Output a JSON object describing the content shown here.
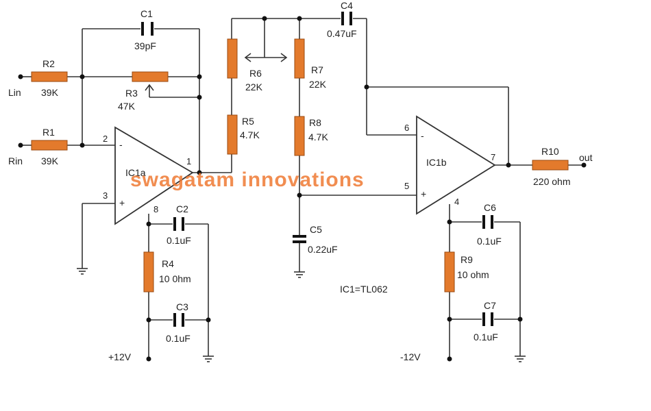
{
  "colors": {
    "wire": "#333333",
    "resistor": "#e37a2c",
    "resistor_stroke": "#9a4a10",
    "dot": "#111111",
    "watermark": "#ef7a33"
  },
  "watermark": "swagatam innovations",
  "inputs": {
    "left": "Lin",
    "right": "Rin"
  },
  "output": "out",
  "part_note": "IC1=TL062",
  "supplies": {
    "positive": "+12V",
    "negative": "-12V"
  },
  "ics": {
    "a": "IC1a",
    "b": "IC1b"
  },
  "pins": {
    "p1": "1",
    "p2": "2",
    "p3": "3",
    "p4": "4",
    "p5": "5",
    "p6": "6",
    "p7": "7",
    "p8": "8",
    "minus": "-",
    "plus": "+"
  },
  "components": {
    "R1": {
      "name": "R1",
      "value": "39K"
    },
    "R2": {
      "name": "R2",
      "value": "39K"
    },
    "R3": {
      "name": "R3",
      "value": "47K"
    },
    "R4": {
      "name": "R4",
      "value": "10 0hm"
    },
    "R5": {
      "name": "R5",
      "value": "4.7K"
    },
    "R6": {
      "name": "R6",
      "value": "22K"
    },
    "R7": {
      "name": "R7",
      "value": "22K"
    },
    "R8": {
      "name": "R8",
      "value": "4.7K"
    },
    "R9": {
      "name": "R9",
      "value": "10 ohm"
    },
    "R10": {
      "name": "R10",
      "value": "220 ohm"
    },
    "C1": {
      "name": "C1",
      "value": "39pF"
    },
    "C2": {
      "name": "C2",
      "value": "0.1uF"
    },
    "C3": {
      "name": "C3",
      "value": "0.1uF"
    },
    "C4": {
      "name": "C4",
      "value": "0.47uF"
    },
    "C5": {
      "name": "C5",
      "value": "0.22uF"
    },
    "C6": {
      "name": "C6",
      "value": "0.1uF"
    },
    "C7": {
      "name": "C7",
      "value": "0.1uF"
    }
  }
}
